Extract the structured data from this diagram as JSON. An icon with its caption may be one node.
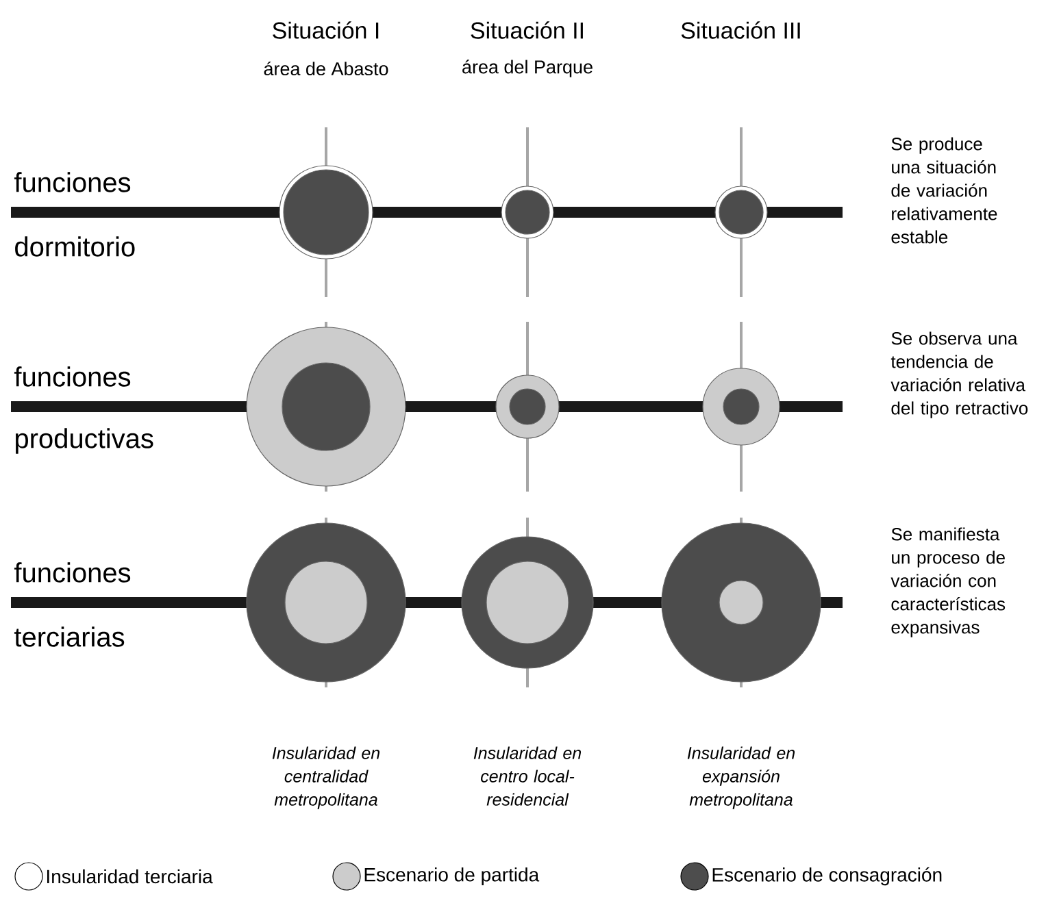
{
  "diagram": {
    "labels": [
      "Situación I",
      "área de Abasto",
      "Situación II",
      "área del Parque",
      "Situación III",
      "funciones",
      "dormitorio",
      "Se produce una situación de variación relativamente estable",
      "funciones",
      "productivas",
      "Se observa una tendencia de variación relativa del tipo retractivo",
      "funciones",
      "terciarias",
      "Se manifiesta un proceso de variación con características expansivas",
      "Insularidad en centralidad metropolitana",
      "Insularidad en centro local-residencial",
      "Insularidad en expansión metropolitana"
    ],
    "legend": [
      {
        "text": "Insularidad terciaria"
      },
      {
        "text": "Escenario de partida",
        "color": "#cccccc"
      },
      {
        "text": "Escenario de consagración",
        "color": "#4d4d4d"
      }
    ]
  }
}
